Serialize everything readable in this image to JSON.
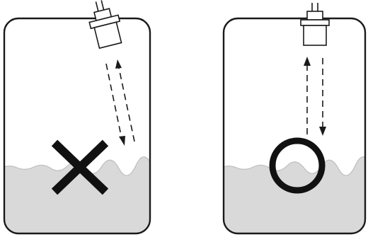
{
  "panels": [
    {
      "id": "incorrect",
      "verdict": "incorrect",
      "sensor_orientation": "tilted",
      "mark_icon": "cross-mark-icon"
    },
    {
      "id": "correct",
      "verdict": "correct",
      "sensor_orientation": "vertical",
      "mark_icon": "circle-mark-icon"
    }
  ],
  "colors": {
    "outline": "#1a1a1a",
    "liquid": "#d9d9d9",
    "liquid_surface": "#c4c4c4",
    "mark": "#111111",
    "background": "#ffffff"
  }
}
